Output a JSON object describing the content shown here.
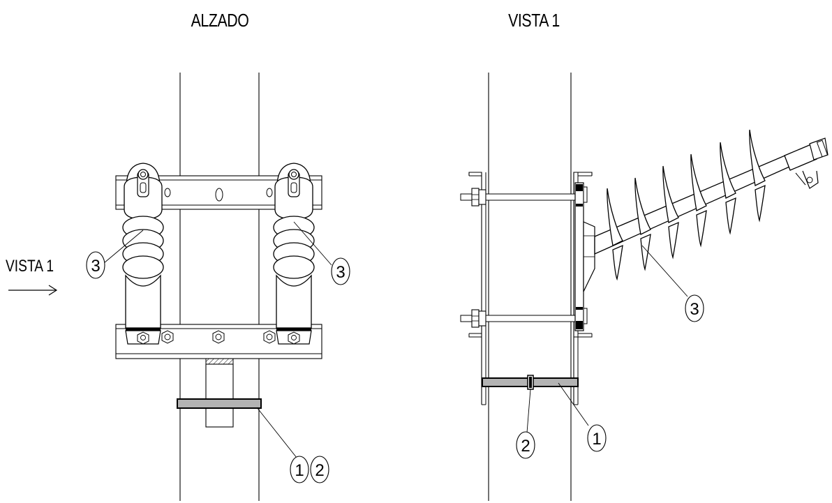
{
  "titles": {
    "left": "ALZADO",
    "right": "VISTA 1"
  },
  "view_arrow_label": "VISTA 1",
  "callouts": {
    "one": "1",
    "two": "2",
    "three": "3"
  },
  "colors": {
    "line": "#000000",
    "band": "#b3b3b3",
    "background": "#ffffff"
  }
}
